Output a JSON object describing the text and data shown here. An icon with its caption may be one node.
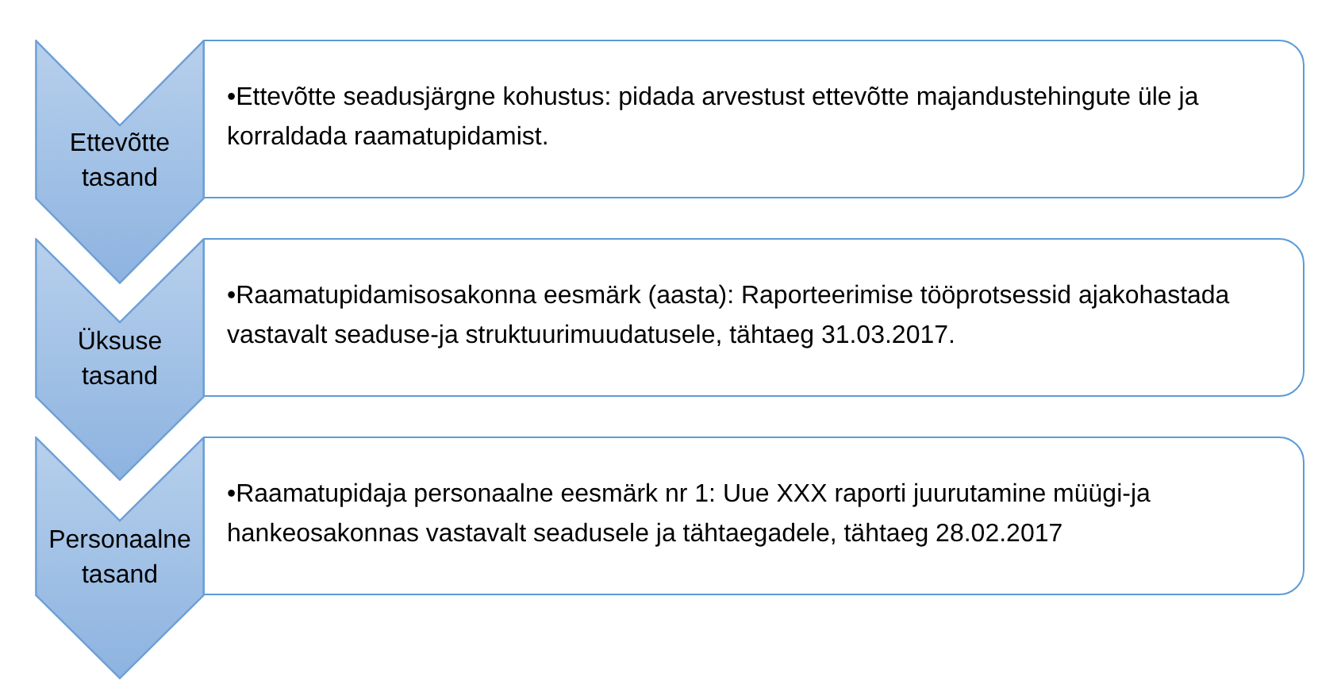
{
  "diagram": {
    "nodes": [
      {
        "text": [
          "Ettevõtte tasand"
        ]
      },
      {
        "text": [
          "•Ettevõtte seadusjärgne kohustus: pidada arvestust ettevõtte majandustehingute üle ja korraldada raamatupidamist."
        ]
      },
      {
        "text": [
          "Üksuse tasand"
        ]
      },
      {
        "text": [
          "•Raamatupidamisosakonna eesmärk (aasta): Raporteerimise tööprotsessid ajakohastada vastavalt seaduse-ja struktuurimuudatusele, tähtaeg 31.03.2017."
        ]
      },
      {
        "text": [
          "Personaalne tasand"
        ]
      },
      {
        "text": [
          "•Raamatupidaja personaalne eesmärk nr 1: Uue XXX raporti juurutamine müügi-ja hankeosakonnas vastavalt seadusele ja tähtaegadele, tähtaeg 28.02.2017"
        ]
      }
    ]
  }
}
